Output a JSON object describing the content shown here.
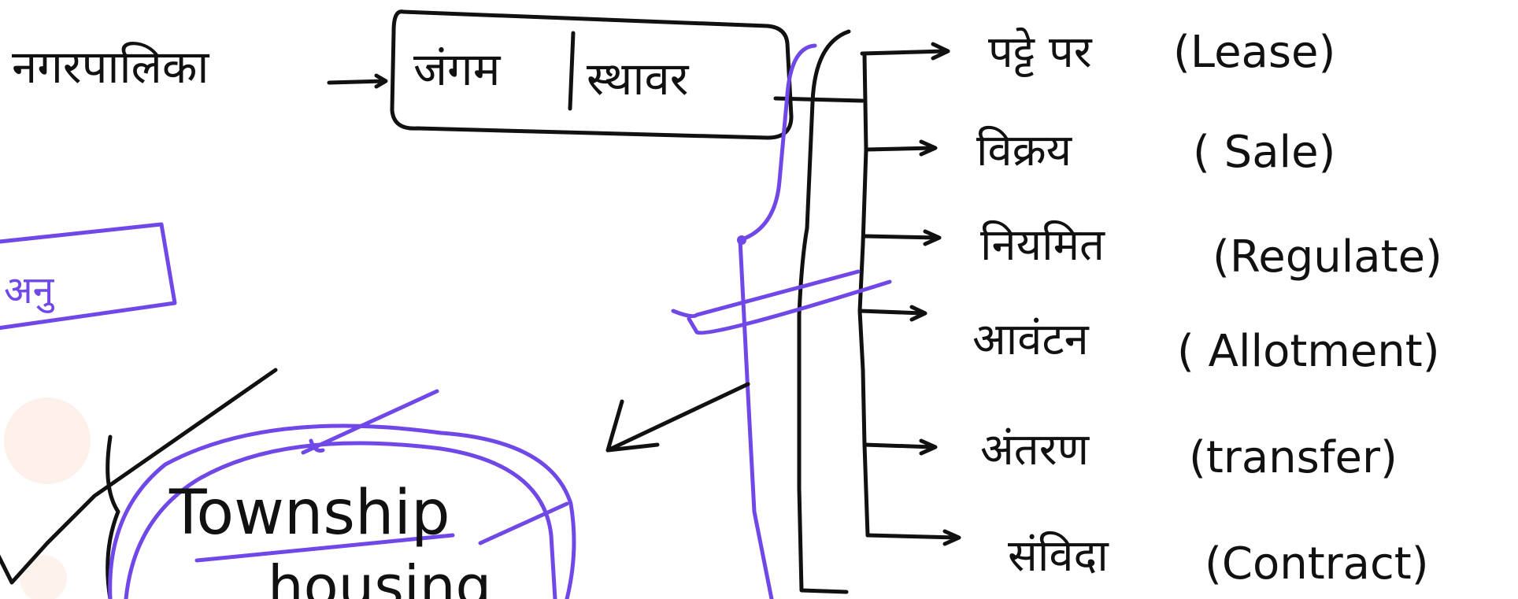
{
  "colors": {
    "ink": "#111111",
    "highlight": "#7048e8",
    "background": "#ffffff",
    "faint": "#fde6dc"
  },
  "left": {
    "source": "नगरपालिका",
    "box_left": "जंगम",
    "box_right": "स्थावर",
    "note_box": "अनु"
  },
  "branches": [
    {
      "hi": "पट्टे पर",
      "en": "(Lease)"
    },
    {
      "hi": "विक्रय",
      "en": "( Sale)"
    },
    {
      "hi": "नियमित",
      "en": "(Regulate)"
    },
    {
      "hi": "आवंटन",
      "en": "( Allotment)"
    },
    {
      "hi": "अंतरण",
      "en": "(transfer)"
    },
    {
      "hi": "संविदा",
      "en": "(Contract)"
    }
  ],
  "bottom": {
    "line1": "Township",
    "line2": "housing"
  }
}
